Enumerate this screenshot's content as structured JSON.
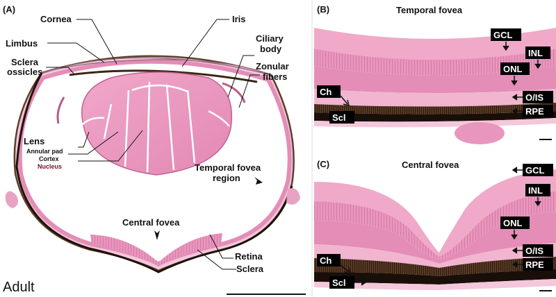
{
  "panel_a": {
    "id": "(A)",
    "caption": "Adult",
    "labels": {
      "cornea": "Cornea",
      "iris": "Iris",
      "limbus": "Limbus",
      "ciliary_body_1": "Ciliary",
      "ciliary_body_2": "body",
      "sclera_ossicles_1": "Sclera",
      "sclera_ossicles_2": "ossicles",
      "zonular_1": "Zonular",
      "zonular_2": "fibers",
      "lens": "Lens",
      "annular_pad": "Annular pad",
      "cortex": "Cortex",
      "nucleus": "Nucleus",
      "temporal_region_1": "Temporal fovea",
      "temporal_region_2": "region",
      "central_fovea": "Central fovea",
      "retina": "Retina",
      "sclera": "Sclera"
    }
  },
  "panel_b": {
    "id": "(B)",
    "title": "Temporal fovea",
    "tags": {
      "gcl": "GCL",
      "inl": "INL",
      "onl": "ONL",
      "ois": "O/IS",
      "rpe": "RPE",
      "ch": "Ch",
      "scl": "Scl"
    }
  },
  "panel_c": {
    "id": "(C)",
    "title": "Central fovea",
    "tags": {
      "gcl": "GCL",
      "inl": "INL",
      "onl": "ONL",
      "ois": "O/IS",
      "rpe": "RPE",
      "ch": "Ch",
      "scl": "Scl"
    }
  },
  "colors": {
    "tissue_pink": "#e58fb8",
    "tissue_light": "#f3c3d8",
    "pigment": "#2a1a10"
  }
}
